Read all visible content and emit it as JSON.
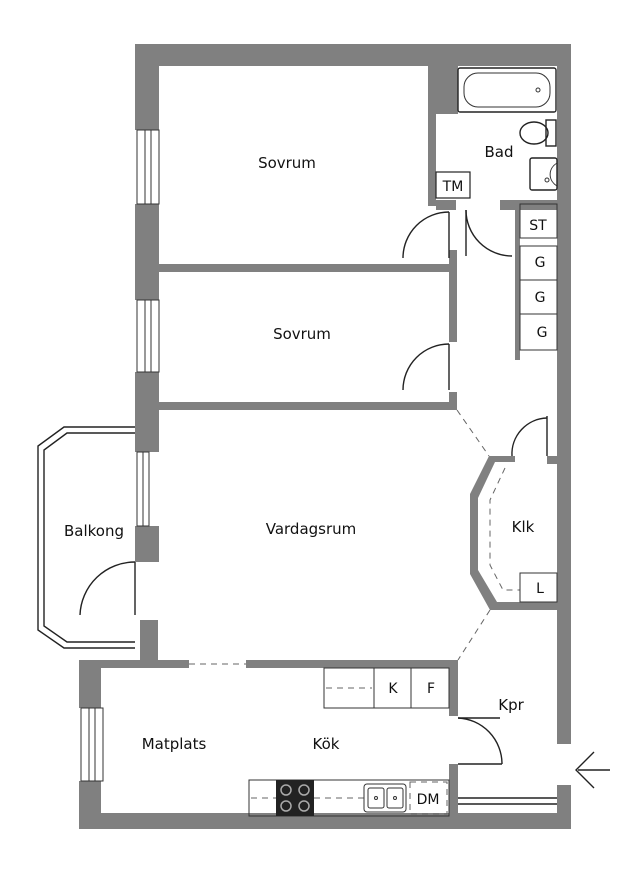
{
  "plan": {
    "colors": {
      "wall": "#808080",
      "background": "#ffffff",
      "line": "#222222"
    },
    "rooms": {
      "bedroom_top": "Sovrum",
      "bedroom_middle": "Sovrum",
      "bathroom": "Bad",
      "living_room": "Vardagsrum",
      "balcony": "Balkong",
      "walk_in_closet": "Klk",
      "hallway": "Kpr",
      "dining_area": "Matplats",
      "kitchen": "Kök"
    },
    "fixtures": {
      "washing_machine": "TM",
      "storage_closet": "ST",
      "wardrobe_1": "G",
      "wardrobe_2": "G",
      "wardrobe_3": "G",
      "linen_closet": "L",
      "refrigerator": "K",
      "freezer": "F",
      "dishwasher": "DM"
    },
    "entrance": {
      "icon": "arrow-left-icon"
    }
  }
}
